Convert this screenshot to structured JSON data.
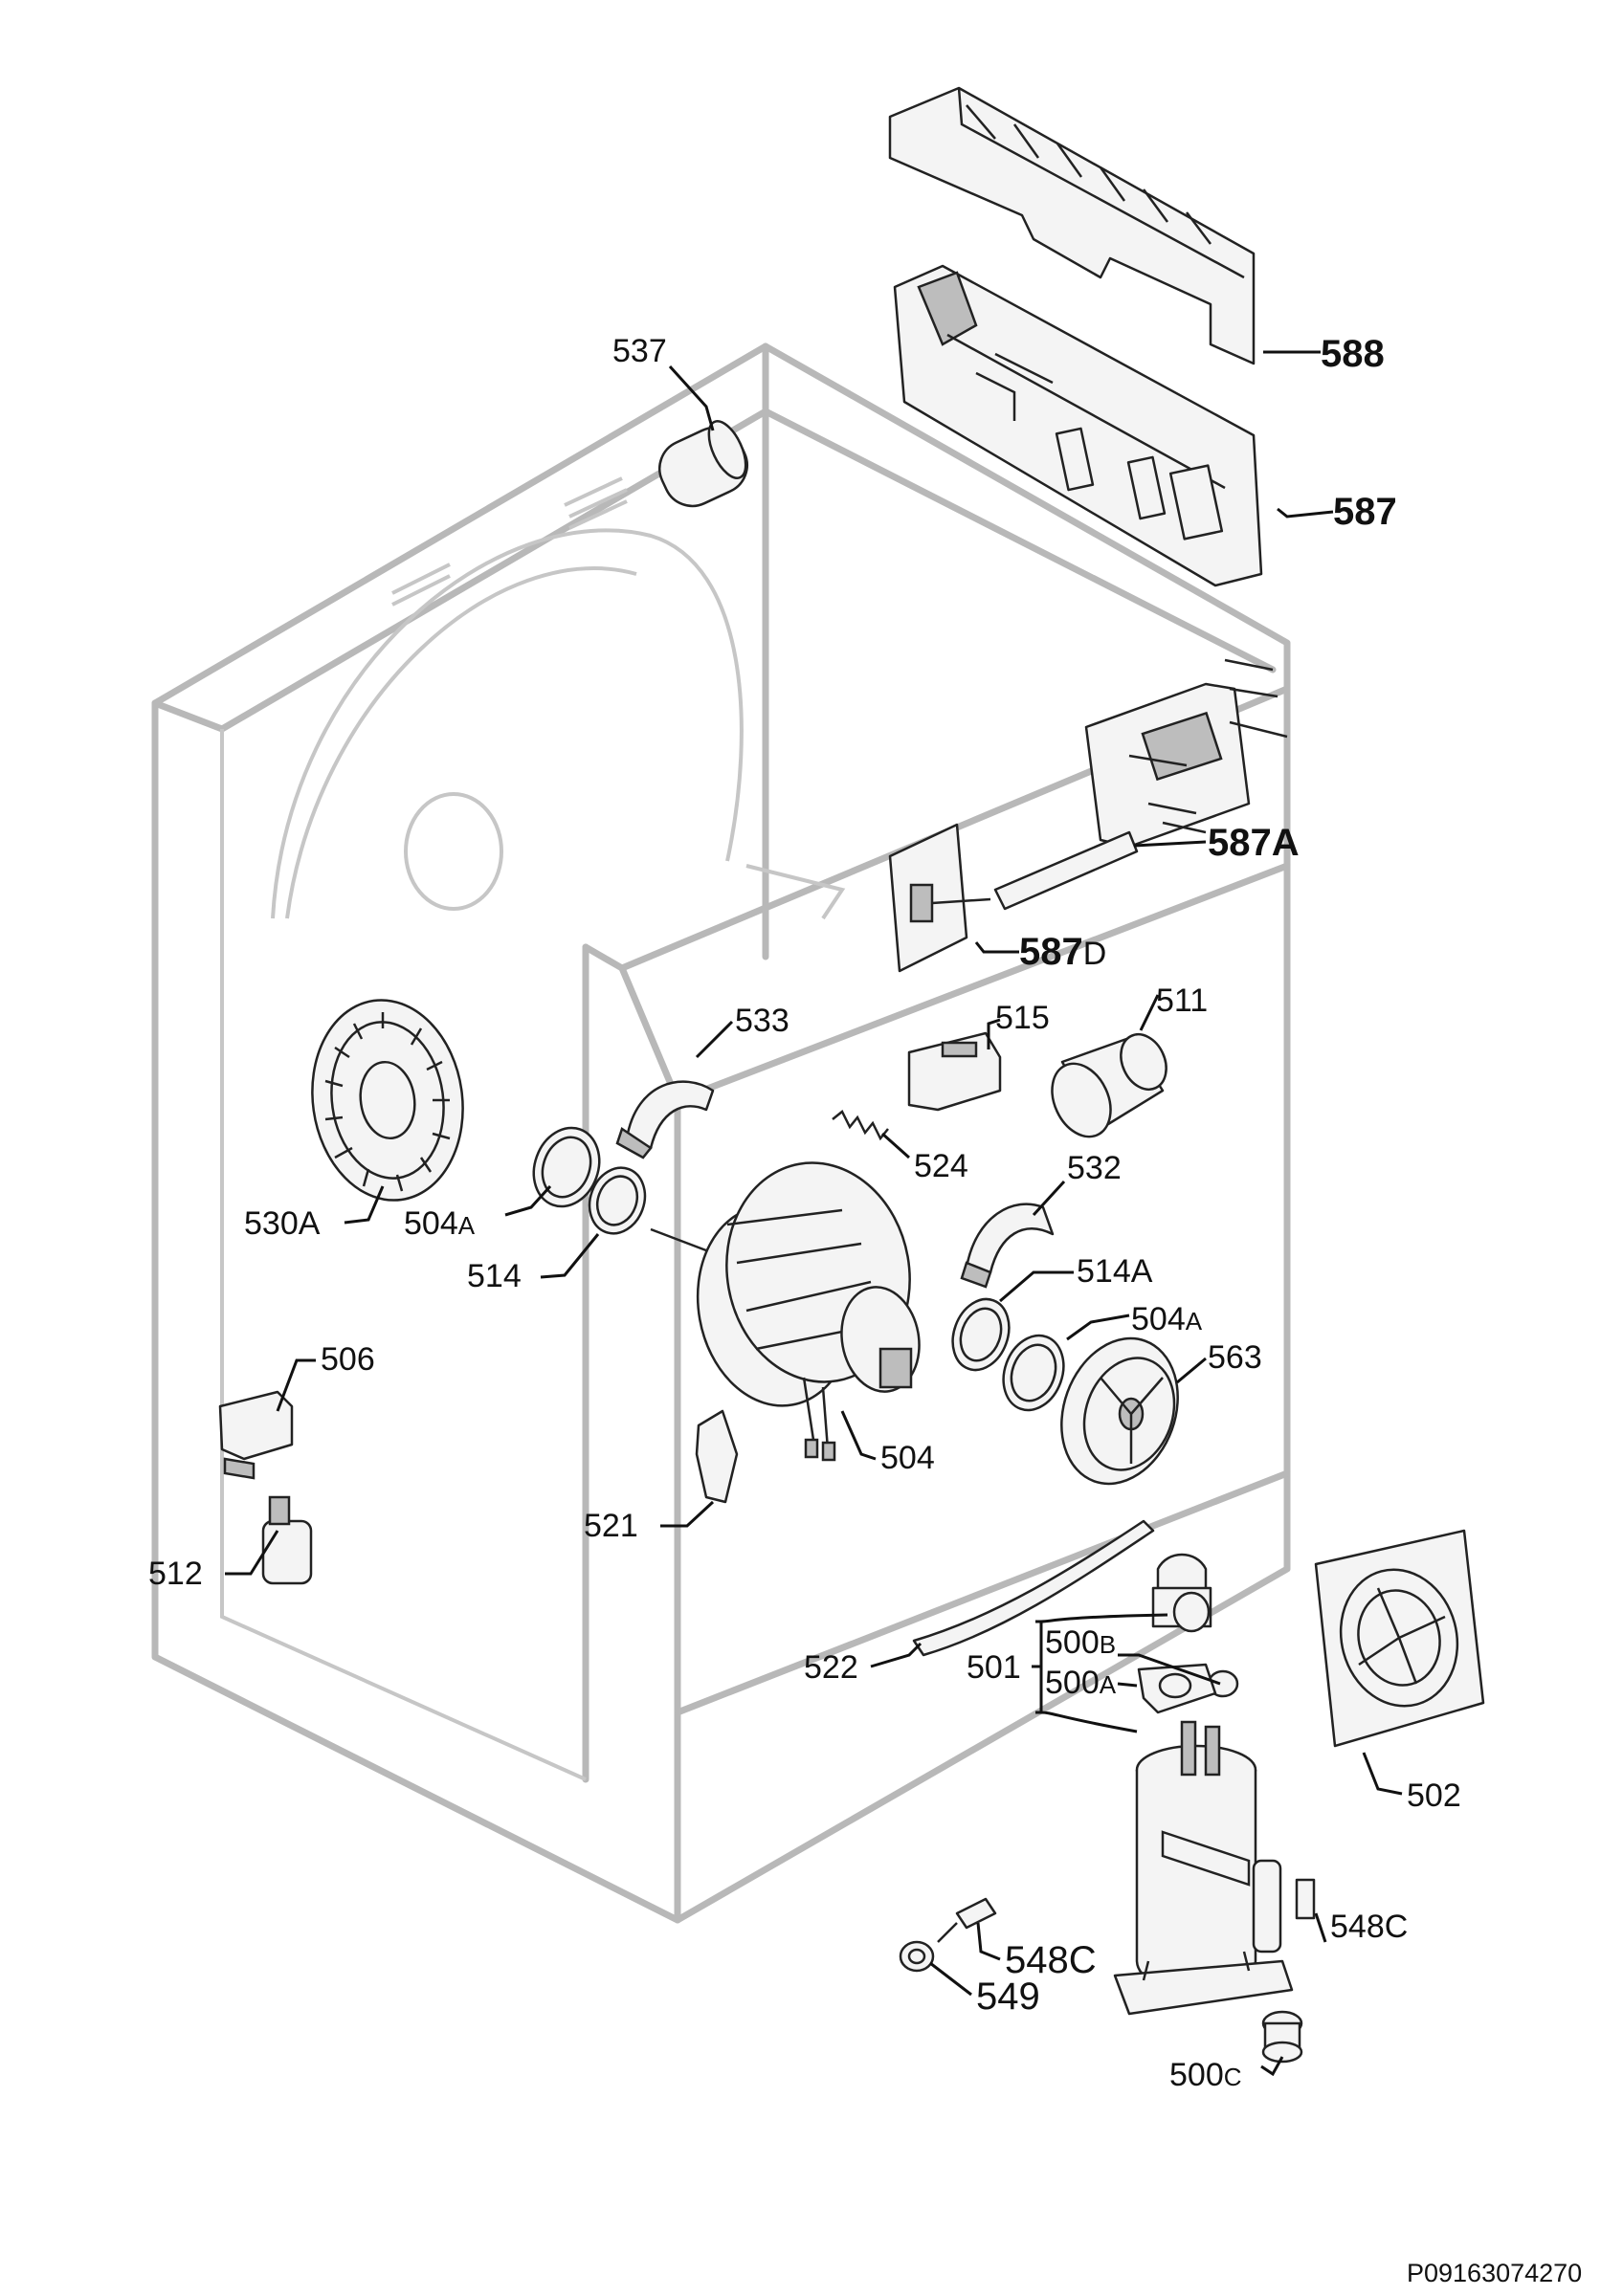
{
  "diagram_code": "P09163074270",
  "labels": {
    "l537": {
      "main": "537",
      "sub": ""
    },
    "l588": {
      "main": "588",
      "sub": ""
    },
    "l587": {
      "main": "587",
      "sub": ""
    },
    "l587A": {
      "main": "587A",
      "sub": ""
    },
    "l587D": {
      "main": "587",
      "sub": "D"
    },
    "l533": {
      "main": "533",
      "sub": ""
    },
    "l515": {
      "main": "515",
      "sub": ""
    },
    "l511": {
      "main": "511",
      "sub": ""
    },
    "l530A": {
      "main": "530A",
      "sub": ""
    },
    "l504A_left": {
      "main": "504",
      "sub": "A"
    },
    "l524": {
      "main": "524",
      "sub": ""
    },
    "l532": {
      "main": "532",
      "sub": ""
    },
    "l514": {
      "main": "514",
      "sub": ""
    },
    "l514A": {
      "main": "514A",
      "sub": ""
    },
    "l504A_right": {
      "main": "504",
      "sub": "A"
    },
    "l563": {
      "main": "563",
      "sub": ""
    },
    "l506": {
      "main": "506",
      "sub": ""
    },
    "l504": {
      "main": "504",
      "sub": ""
    },
    "l521": {
      "main": "521",
      "sub": ""
    },
    "l512": {
      "main": "512",
      "sub": ""
    },
    "l522": {
      "main": "522",
      "sub": ""
    },
    "l501": {
      "main": "501",
      "sub": ""
    },
    "l500B": {
      "main": "500",
      "sub": "B"
    },
    "l500A": {
      "main": "500",
      "sub": "A"
    },
    "l502": {
      "main": "502",
      "sub": ""
    },
    "l548C_right": {
      "main": "548C",
      "sub": ""
    },
    "l548C_left": {
      "main": "548C",
      "sub": ""
    },
    "l549": {
      "main": "549",
      "sub": ""
    },
    "l500C": {
      "main": "500",
      "sub": "C"
    }
  }
}
